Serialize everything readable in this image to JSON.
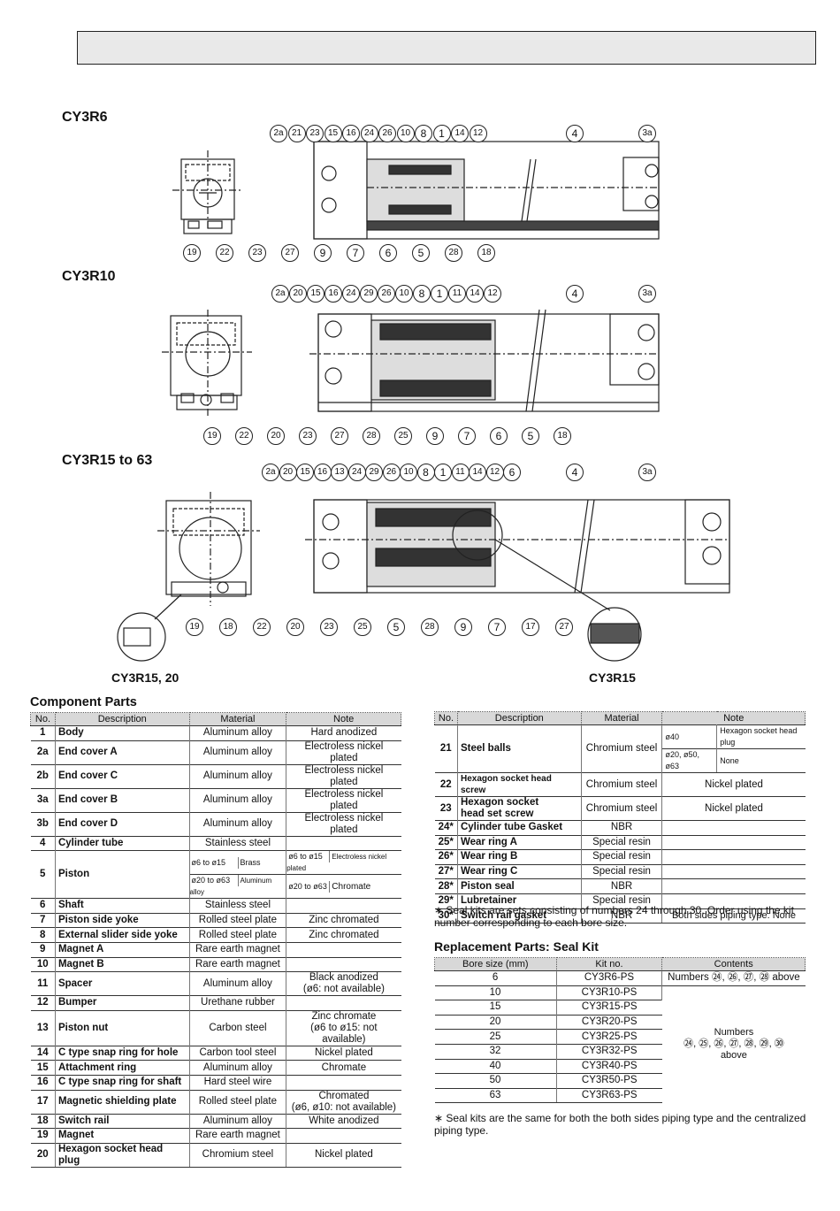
{
  "models": {
    "cy3r6": "CY3R6",
    "cy3r10": "CY3R10",
    "cy3r15_63": "CY3R15 to 63"
  },
  "captions": {
    "detail_left": "CY3R15, 20",
    "detail_right": "CY3R15"
  },
  "callouts": {
    "cy3r6_top": [
      "2a",
      "21",
      "23",
      "15",
      "16",
      "24",
      "26",
      "10",
      "8",
      "1",
      "14",
      "12",
      "4",
      "3a"
    ],
    "cy3r6_bottom": [
      "19",
      "22",
      "23",
      "27",
      "9",
      "7",
      "6",
      "5",
      "28",
      "18"
    ],
    "cy3r10_top": [
      "2a",
      "20",
      "15",
      "16",
      "24",
      "29",
      "26",
      "10",
      "8",
      "1",
      "11",
      "14",
      "12",
      "4",
      "3a"
    ],
    "cy3r10_bottom": [
      "19",
      "22",
      "20",
      "23",
      "27",
      "28",
      "25",
      "9",
      "7",
      "6",
      "5",
      "18"
    ],
    "cy3r15_top": [
      "2a",
      "20",
      "15",
      "16",
      "13",
      "24",
      "29",
      "26",
      "10",
      "8",
      "1",
      "11",
      "14",
      "12",
      "6",
      "4",
      "3a"
    ],
    "cy3r15_bottom": [
      "19",
      "18",
      "22",
      "20",
      "23",
      "25",
      "5",
      "28",
      "9",
      "7",
      "17",
      "27"
    ]
  },
  "component_parts": {
    "title": "Component Parts",
    "headers": [
      "No.",
      "Description",
      "Material",
      "Note"
    ],
    "rows": [
      {
        "no": "1",
        "desc": "Body",
        "mat": "Aluminum alloy",
        "note": "Hard anodized"
      },
      {
        "no": "2a",
        "desc": "End cover A",
        "mat": "Aluminum alloy",
        "note": "Electroless nickel plated"
      },
      {
        "no": "2b",
        "desc": "End cover C",
        "mat": "Aluminum alloy",
        "note": "Electroless nickel plated"
      },
      {
        "no": "3a",
        "desc": "End cover B",
        "mat": "Aluminum alloy",
        "note": "Electroless nickel plated"
      },
      {
        "no": "3b",
        "desc": "End cover D",
        "mat": "Aluminum alloy",
        "note": "Electroless nickel plated"
      },
      {
        "no": "4",
        "desc": "Cylinder tube",
        "mat": "Stainless steel",
        "note": ""
      },
      {
        "no": "6",
        "desc": "Shaft",
        "mat": "Stainless steel",
        "note": ""
      },
      {
        "no": "7",
        "desc": "Piston side yoke",
        "mat": "Rolled steel plate",
        "note": "Zinc chromated"
      },
      {
        "no": "8",
        "desc": "External slider side yoke",
        "mat": "Rolled steel plate",
        "note": "Zinc chromated"
      },
      {
        "no": "9",
        "desc": "Magnet A",
        "mat": "Rare earth magnet",
        "note": ""
      },
      {
        "no": "10",
        "desc": "Magnet B",
        "mat": "Rare earth magnet",
        "note": ""
      },
      {
        "no": "11",
        "desc": "Spacer",
        "mat": "Aluminum alloy",
        "note": "Black anodized\n(ø6: not available)"
      },
      {
        "no": "12",
        "desc": "Bumper",
        "mat": "Urethane rubber",
        "note": ""
      },
      {
        "no": "13",
        "desc": "Piston nut",
        "mat": "Carbon steel",
        "note": "Zinc chromate\n(ø6 to ø15: not available)"
      },
      {
        "no": "14",
        "desc": "C type snap ring for hole",
        "mat": "Carbon tool steel",
        "note": "Nickel plated"
      },
      {
        "no": "15",
        "desc": "Attachment ring",
        "mat": "Aluminum alloy",
        "note": "Chromate"
      },
      {
        "no": "16",
        "desc": "C type snap ring for shaft",
        "mat": "Hard steel wire",
        "note": ""
      },
      {
        "no": "17",
        "desc": "Magnetic shielding plate",
        "mat": "Rolled steel plate",
        "note": "Chromated\n(ø6, ø10: not available)"
      },
      {
        "no": "18",
        "desc": "Switch rail",
        "mat": "Aluminum alloy",
        "note": "White anodized"
      },
      {
        "no": "19",
        "desc": "Magnet",
        "mat": "Rare earth magnet",
        "note": ""
      },
      {
        "no": "20",
        "desc": "Hexagon socket head plug",
        "mat": "Chromium steel",
        "note": "Nickel plated"
      }
    ],
    "piston": {
      "no": "5",
      "desc": "Piston",
      "r1": {
        "range": "ø6 to ø15",
        "mat": "Brass",
        "nrange": "ø6 to ø15",
        "note": "Electroless nickel plated"
      },
      "r2": {
        "range": "ø20 to ø63",
        "mat": "Aluminum alloy",
        "nrange": "ø20 to ø63",
        "note": "Chromate"
      }
    }
  },
  "right_parts": {
    "headers": [
      "No.",
      "Description",
      "Material",
      "Note"
    ],
    "r21": {
      "no": "21",
      "desc": "Steel balls",
      "mat": "Chromium steel",
      "n1a": "ø40",
      "n1b": "Hexagon socket head plug",
      "n2a": "ø20, ø50, ø63",
      "n2b": "None"
    },
    "rows": [
      {
        "no": "22",
        "desc": "Hexagon socket head screw",
        "mat": "Chromium steel",
        "note": "Nickel plated"
      },
      {
        "no": "23",
        "desc": "Hexagon socket\nhead set screw",
        "mat": "Chromium steel",
        "note": "Nickel plated"
      },
      {
        "no": "24*",
        "desc": "Cylinder tube Gasket",
        "mat": "NBR",
        "note": ""
      },
      {
        "no": "25*",
        "desc": "Wear ring A",
        "mat": "Special resin",
        "note": ""
      },
      {
        "no": "26*",
        "desc": "Wear ring B",
        "mat": "Special resin",
        "note": ""
      },
      {
        "no": "27*",
        "desc": "Wear ring C",
        "mat": "Special resin",
        "note": ""
      },
      {
        "no": "28*",
        "desc": "Piston seal",
        "mat": "NBR",
        "note": ""
      },
      {
        "no": "29*",
        "desc": "Lubretainer",
        "mat": "Special resin",
        "note": ""
      },
      {
        "no": "30*",
        "desc": "Switch rail gasket",
        "mat": "NBR",
        "note": "Both sides piping type: None"
      }
    ],
    "footnote": "∗ Seal kits are sets consisting of numbers 24 through 30. Order using the kit number corresponding to each bore size."
  },
  "seal_kit": {
    "title": "Replacement Parts: Seal Kit",
    "headers": [
      "Bore size (mm)",
      "Kit no.",
      "Contents"
    ],
    "first": {
      "bore": "6",
      "kit": "CY3R6-PS",
      "contents": "Numbers ㉔, ㉖, ㉗, ㉘ above"
    },
    "rows": [
      {
        "bore": "10",
        "kit": "CY3R10-PS"
      },
      {
        "bore": "15",
        "kit": "CY3R15-PS"
      },
      {
        "bore": "20",
        "kit": "CY3R20-PS"
      },
      {
        "bore": "25",
        "kit": "CY3R25-PS"
      },
      {
        "bore": "32",
        "kit": "CY3R32-PS"
      },
      {
        "bore": "40",
        "kit": "CY3R40-PS"
      },
      {
        "bore": "50",
        "kit": "CY3R50-PS"
      },
      {
        "bore": "63",
        "kit": "CY3R63-PS"
      }
    ],
    "contents_rest": {
      "line1": "Numbers",
      "line2": "㉔, ㉕, ㉖, ㉗, ㉘, ㉙, ㉚",
      "line3": "above"
    },
    "footnote": "∗ Seal kits are the same for both the both sides piping type and the centralized piping type."
  }
}
